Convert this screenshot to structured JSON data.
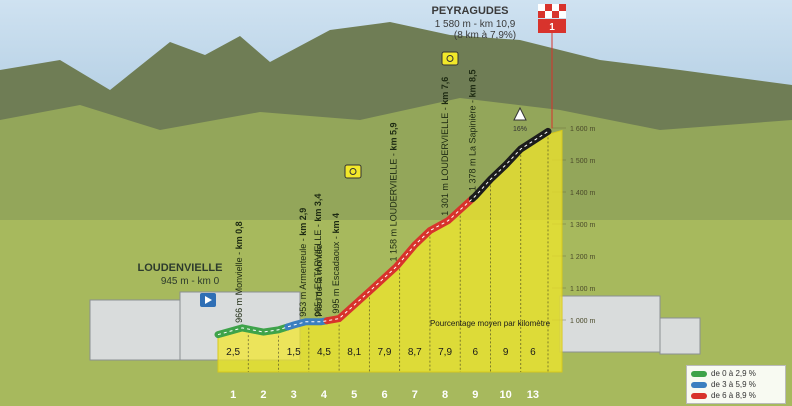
{
  "colors": {
    "sky": "#bcd6ea",
    "mountain": "#7d8a62",
    "meadow": "#9fb25a",
    "profile_fill": "#f2e82a",
    "profile_edge": "#d6c81c",
    "km_text": "#ffffff",
    "grade_text": "#1a1a1a"
  },
  "header": {
    "finish_name": "PEYRAGUDES",
    "finish_stats": "1 580 m - km 10,9",
    "finish_avg": "(8 km à 7,9%)",
    "finish_badge": "1",
    "start_name": "LOUDENVIELLE",
    "start_stats": "945 m - km 0",
    "max_grade": "16%",
    "avg_caption": "Pourcentage moyen par kilomètre"
  },
  "chart_data": {
    "type": "area",
    "x": [
      0,
      0.8,
      1.5,
      2.0,
      2.5,
      2.9,
      3.4,
      4.0,
      5.0,
      5.9,
      6.5,
      7.0,
      7.6,
      8.5,
      9.0,
      9.5,
      10.0,
      10.9
    ],
    "y": [
      945,
      966,
      953,
      960,
      975,
      985,
      985,
      995,
      1080,
      1158,
      1225,
      1270,
      1301,
      1378,
      1430,
      1475,
      1525,
      1580
    ],
    "xlim": [
      0,
      10.9
    ],
    "ylim": [
      900,
      1600
    ],
    "y_ticks": [
      {
        "value": 1000,
        "label": "1 000 m"
      },
      {
        "value": 1100,
        "label": "1 100 m"
      },
      {
        "value": 1200,
        "label": "1 200 m"
      },
      {
        "value": 1300,
        "label": "1 300 m"
      },
      {
        "value": 1400,
        "label": "1 400 m"
      },
      {
        "value": 1500,
        "label": "1 500 m"
      },
      {
        "value": 1600,
        "label": "1 600 m"
      }
    ],
    "km_labels": [
      "1",
      "2",
      "3",
      "4",
      "5",
      "6",
      "7",
      "8",
      "9",
      "10",
      "13"
    ],
    "km_grades": [
      "2,5",
      "",
      "1,5",
      "4,5",
      "8,1",
      "7,9",
      "8,7",
      "7,9",
      "6",
      "9",
      "6"
    ],
    "segments": [
      {
        "from": 0,
        "to": 2.3,
        "band": "low"
      },
      {
        "from": 2.3,
        "to": 3.6,
        "band": "mid"
      },
      {
        "from": 3.6,
        "to": 8.4,
        "band": "high"
      },
      {
        "from": 8.4,
        "to": 10.9,
        "band": "steep"
      }
    ],
    "band_colors": {
      "low": "#3ea34a",
      "mid": "#3b7fc0",
      "high": "#d8332c",
      "steep": "#1c1c1c"
    },
    "annotations": [
      {
        "km": 0.8,
        "lines": [
          "966 m Monvielle - ",
          "km 0,8"
        ]
      },
      {
        "km": 2.9,
        "lines": [
          "953 m Armenteule - ",
          "km 2,9"
        ]
      },
      {
        "km": 3.1,
        "lines": [
          "Pied de la montée"
        ]
      },
      {
        "km": 3.4,
        "lines": [
          "985 m ESTARVIELLE - ",
          "km 3,4"
        ]
      },
      {
        "km": 4.0,
        "lines": [
          "995 m Escadaoux - ",
          "km 4"
        ]
      },
      {
        "km": 5.9,
        "lines": [
          "1 158 m LOUDERVIELLE - ",
          "km 5,9"
        ]
      },
      {
        "km": 7.6,
        "lines": [
          "1 301 m LOUDERVIELLE - ",
          "km 7,6"
        ]
      },
      {
        "km": 8.5,
        "lines": [
          "1 378 m La Sapinière - ",
          "km 8,5"
        ]
      }
    ]
  },
  "legend": [
    {
      "label": "de 0 à 2,9 %",
      "color": "#3ea34a"
    },
    {
      "label": "de 3 à 5,9 %",
      "color": "#3b7fc0"
    },
    {
      "label": "de 6 à 8,9 %",
      "color": "#d8332c"
    }
  ]
}
